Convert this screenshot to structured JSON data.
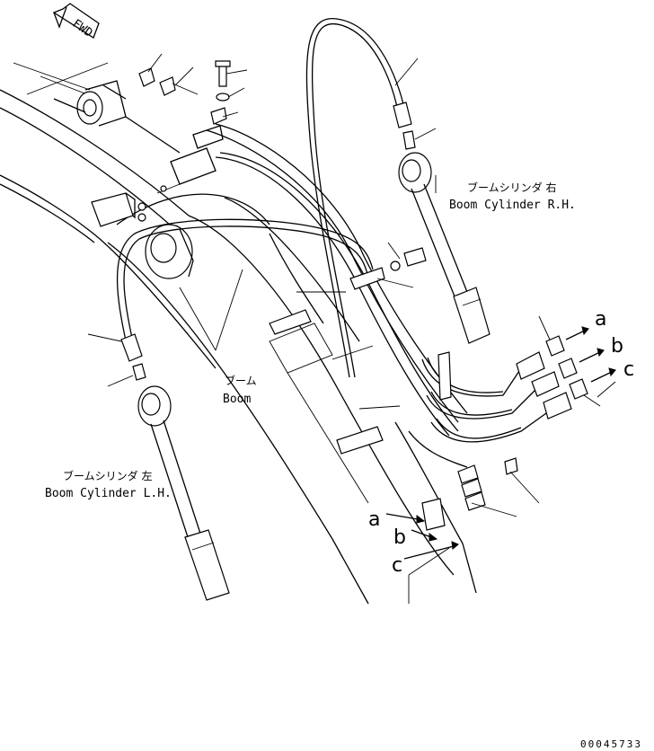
{
  "fwd_mark": "FWD",
  "labels": {
    "boom_cylinder_rh_jp": "ブームシリンダ 右",
    "boom_cylinder_rh_en": "Boom Cylinder R.H.",
    "boom_cylinder_lh_jp": "ブームシリンダ 左",
    "boom_cylinder_lh_en": "Boom Cylinder L.H.",
    "boom_jp": "ブーム",
    "boom_en": "Boom"
  },
  "port_labels_right": [
    "a",
    "b",
    "c"
  ],
  "port_labels_lower": [
    "a",
    "b",
    "c"
  ],
  "drawing_number": "00045733"
}
